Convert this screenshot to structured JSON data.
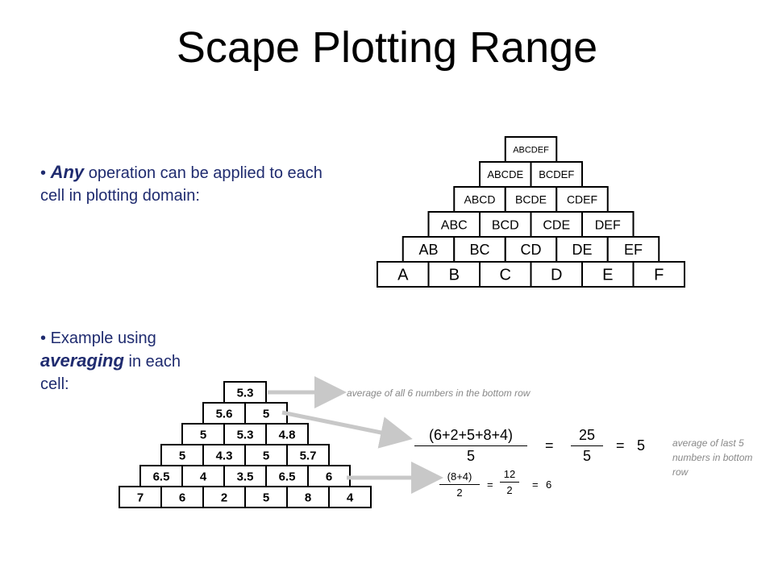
{
  "title": "Scape Plotting Range",
  "bullet1": {
    "marker": "•",
    "em": "Any",
    "rest": " operation can be applied to each cell in plotting domain:"
  },
  "bullet2": {
    "marker": "•",
    "before": "Example using ",
    "em": "averaging",
    "after": " in each cell:"
  },
  "top_pyramid": {
    "rows": [
      [
        "ABCDEF"
      ],
      [
        "ABCDE",
        "BCDEF"
      ],
      [
        "ABCD",
        "BCDE",
        "CDEF"
      ],
      [
        "ABC",
        "BCD",
        "CDE",
        "DEF"
      ],
      [
        "AB",
        "BC",
        "CD",
        "DE",
        "EF"
      ],
      [
        "A",
        "B",
        "C",
        "D",
        "E",
        "F"
      ]
    ]
  },
  "bottom_pyramid": {
    "rows": [
      [
        "5.3"
      ],
      [
        "5.6",
        "5"
      ],
      [
        "5",
        "5.3",
        "4.8"
      ],
      [
        "5",
        "4.3",
        "5",
        "5.7"
      ],
      [
        "6.5",
        "4",
        "3.5",
        "6.5",
        "6"
      ],
      [
        "7",
        "6",
        "2",
        "5",
        "8",
        "4"
      ]
    ]
  },
  "annotations": {
    "top_note": "average of all 6 numbers in the bottom row",
    "right_note": "average of last 5 numbers in bottom row"
  },
  "formula_large": {
    "num1": "(6+2+5+8+4)",
    "den1": "5",
    "eq1": "=",
    "num2": "25",
    "den2": "5",
    "eq2": "=",
    "result": "5"
  },
  "formula_small": {
    "num1": "(8+4)",
    "den1": "2",
    "eq1": "=",
    "num2": "12",
    "den2": "2",
    "eq2": "=",
    "result": "6"
  },
  "colors": {
    "bullet_text": "#1f2b6f",
    "arrow": "#c8c8c8",
    "note": "#888888"
  }
}
